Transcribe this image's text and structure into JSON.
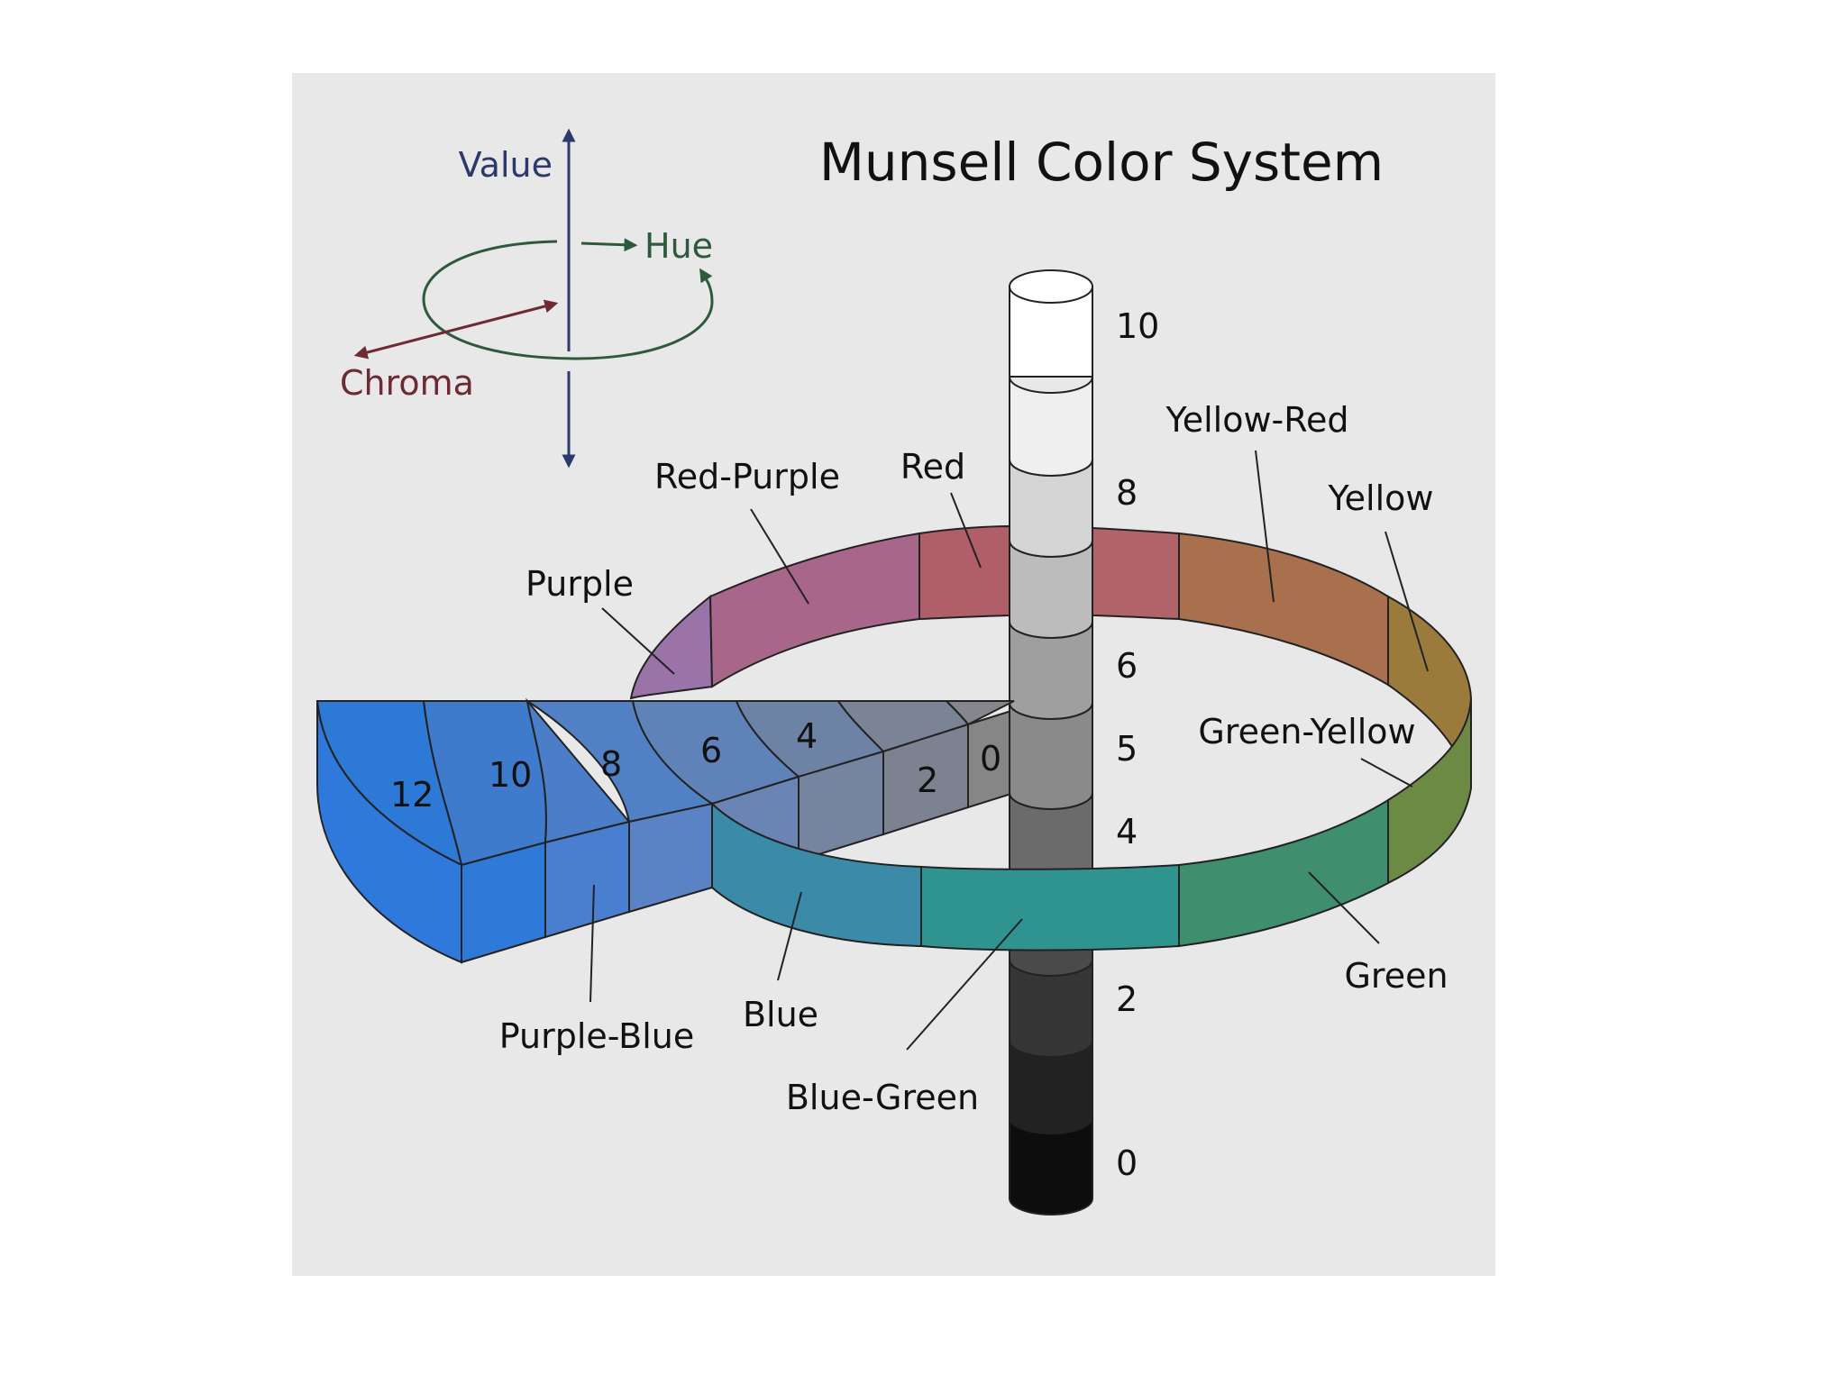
{
  "title": "Munsell Color System",
  "legend": {
    "value": "Value",
    "hue": "Hue",
    "chroma": "Chroma"
  },
  "colors": {
    "value_axis": "#2b3a6b",
    "hue_axis": "#2e5a3c",
    "chroma_axis": "#6e2a33",
    "background": "#e8e8e8"
  },
  "value_scale": [
    "10",
    "8",
    "6",
    "5",
    "4",
    "2",
    "0"
  ],
  "chroma_scale": [
    "12",
    "10",
    "8",
    "6",
    "4",
    "2",
    "0"
  ],
  "hues": {
    "red": "Red",
    "red_purple": "Red-Purple",
    "purple": "Purple",
    "yellow_red": "Yellow-Red",
    "yellow": "Yellow",
    "green_yellow": "Green-Yellow",
    "green": "Green",
    "blue_green": "Blue-Green",
    "blue": "Blue",
    "purple_blue": "Purple-Blue"
  }
}
